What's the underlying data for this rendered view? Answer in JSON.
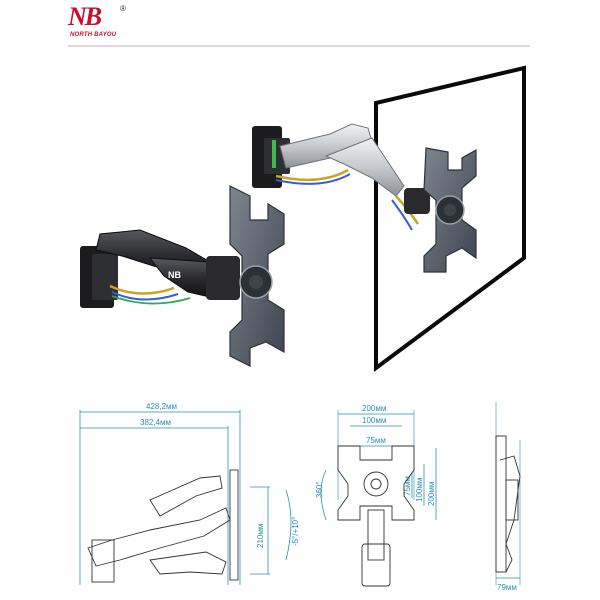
{
  "brand": {
    "logo_mark": "NB",
    "registered": "®",
    "name": "NORTH BAYOU"
  },
  "dimensions": {
    "side_view": {
      "total_reach": "428,2мм",
      "arm_reach": "382,4мм",
      "vertical_travel": "210мм",
      "tilt": "-5°/+10°"
    },
    "front_view": {
      "vesa_outer": "200мм",
      "vesa_mid": "100мм",
      "vesa_inner": "75мм",
      "rotation": "360°",
      "vesa_h_inner": "75мм",
      "vesa_h_mid": "100мм",
      "vesa_h_outer": "200мм"
    },
    "profile_view": {
      "depth": "79мм"
    }
  },
  "colors": {
    "dimension_line": "#2a8fb5",
    "brand_red": "#c8102e",
    "arm_black": "#2b2b2f",
    "arm_silver": "#c9ccd1",
    "plate_gray": "#5d6470"
  }
}
